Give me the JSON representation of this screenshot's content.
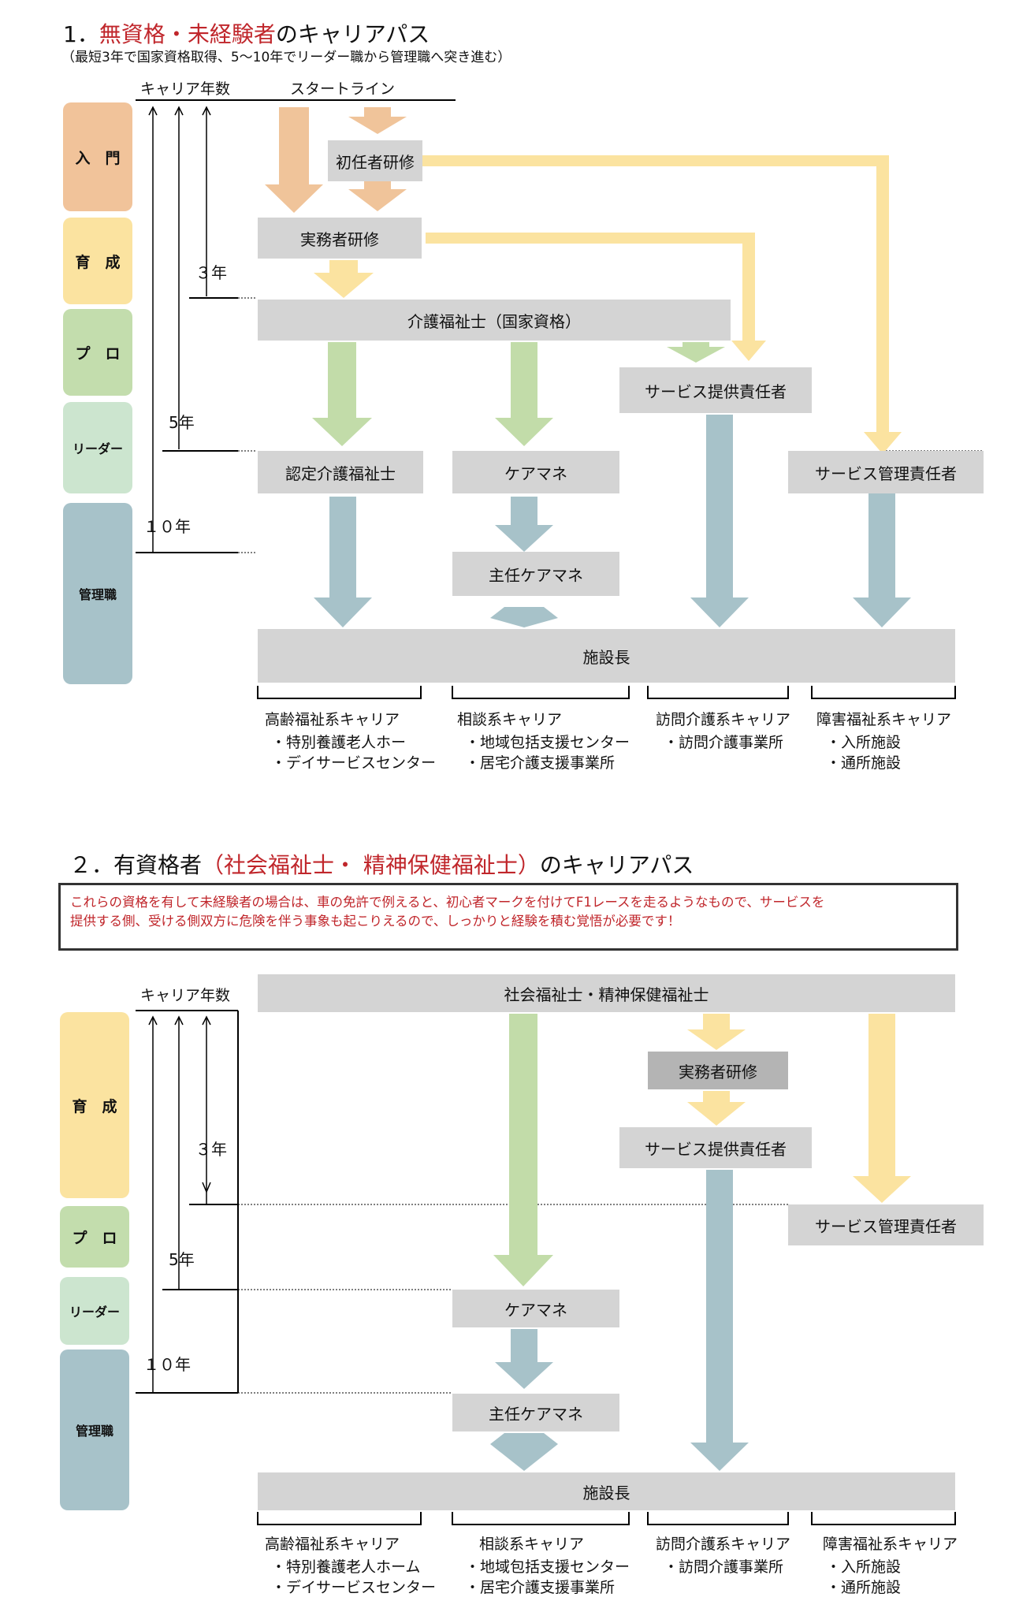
{
  "section1": {
    "title_prefix": "1．",
    "title_highlight": "無資格・未経験者",
    "title_suffix": "のキャリアパス",
    "subtitle": "（最短3年で国家資格取得、5～10年でリーダー職から管理職へ突き進む）",
    "header_years": "キャリア年数",
    "header_start": "スタートライン",
    "stages": [
      "入　門",
      "育　成",
      "プ　ロ",
      "リーダー",
      "管理職"
    ],
    "years": [
      "３年",
      "5年",
      "１０年"
    ],
    "boxes": {
      "shoninsha": "初任者研修",
      "jitsumusha": "実務者研修",
      "kaigo": "介護福祉士（国家資格）",
      "service_teikyo": "サービス提供責任者",
      "nintei": "認定介護福祉士",
      "caremane": "ケアマネ",
      "service_kanri": "サービス管理責任者",
      "shunin": "主任ケアマネ",
      "shisetsucho": "施設長"
    },
    "categories": [
      {
        "name": "高齢福祉系キャリア",
        "items": [
          "・特別養護老人ホー",
          "・デイサービスセンター"
        ]
      },
      {
        "name": "相談系キャリア",
        "items": [
          "・地域包括支援センター",
          "・居宅介護支援事業所"
        ]
      },
      {
        "name": "訪問介護系キャリア",
        "items": [
          "・訪問介護事業所"
        ]
      },
      {
        "name": "障害福祉系キャリア",
        "items": [
          "・入所施設",
          "・通所施設"
        ]
      }
    ]
  },
  "section2": {
    "title_prefix": "２．有資格者",
    "title_highlight": "（社会福祉士・ 精神保健福祉士）",
    "title_suffix": "のキャリアパス",
    "notice_line1": "これらの資格を有して未経験者の場合は、車の免許で例えると、初心者マークを付けてF1レースを走るようなもので、サービスを",
    "notice_line2": "提供する側、受ける側双方に危険を伴う事象も起こりえるので、しっかりと経験を積む覚悟が必要です！",
    "header_years": "キャリア年数",
    "stages": [
      "育　成",
      "プ　ロ",
      "リーダー",
      "管理職"
    ],
    "years": [
      "３年",
      "5年",
      "１０年"
    ],
    "boxes": {
      "shakai": "社会福祉士・精神保健福祉士",
      "jitsumusha": "実務者研修",
      "service_teikyo": "サービス提供責任者",
      "service_kanri": "サービス管理責任者",
      "caremane": "ケアマネ",
      "shunin": "主任ケアマネ",
      "shisetsucho": "施設長"
    },
    "categories": [
      {
        "name": "高齢福祉系キャリア",
        "items": [
          "・特別養護老人ホーム",
          "・デイサービスセンター"
        ]
      },
      {
        "name": "相談系キャリア",
        "items": [
          "・地域包括支援センター",
          "・居宅介護支援事業所"
        ]
      },
      {
        "name": "訪問介護系キャリア",
        "items": [
          "・訪問介護事業所"
        ]
      },
      {
        "name": "障害福祉系キャリア",
        "items": [
          "・入所施設",
          "・通所施設"
        ]
      }
    ]
  },
  "colors": {
    "orange": "#f0c49a",
    "yellow": "#fbe3a0",
    "green": "#c2dca9",
    "blue": "#a7c2c9",
    "box": "#d4d4d4",
    "box_dark": "#b4b4b4",
    "stage_entry": "#f1c39a",
    "stage_training": "#fbe3a0",
    "stage_pro": "#c3ddad",
    "stage_leader": "#cce5cf",
    "stage_mgmt": "#a7c2c9",
    "highlight_red": "#c0262b"
  }
}
